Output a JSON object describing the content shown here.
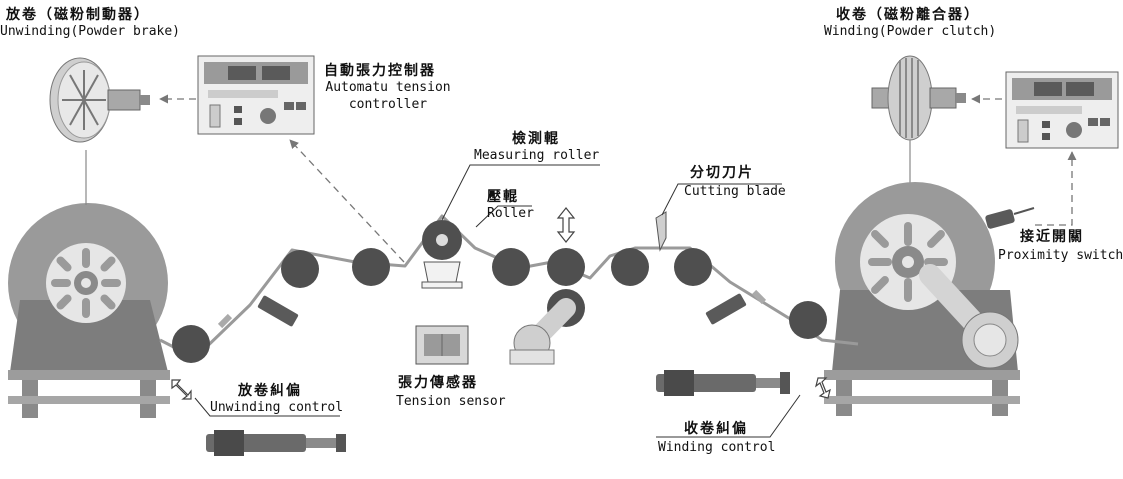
{
  "labels": {
    "unwinding_zh": "放卷（磁粉制動器）",
    "unwinding_en": "Unwinding(Powder brake)",
    "controller_zh": "自動張力控制器",
    "controller_en_1": "Automatu tension",
    "controller_en_2": "controller",
    "measuring_zh": "檢測輥",
    "measuring_en": "Measuring roller",
    "roller_zh": "壓輥",
    "roller_en": "Roller",
    "cutting_zh": "分切刀片",
    "cutting_en": "Cutting blade",
    "winding_zh": "收卷（磁粉離合器）",
    "winding_en": "Winding(Powder clutch)",
    "proximity_zh": "接近開關",
    "proximity_en": "Proximity switch",
    "tension_zh": "張力傳感器",
    "tension_en": "Tension sensor",
    "unwind_ctrl_zh": "放卷糾偏",
    "unwind_ctrl_en": "Unwinding control",
    "wind_ctrl_zh": "收卷糾偏",
    "wind_ctrl_en": "Winding control"
  },
  "colors": {
    "roller": "#4f4f4f",
    "machine": "#8e8e8e",
    "machine_light": "#b4b4b4",
    "web": "#9a9a9a",
    "line": "#333333",
    "dashed": "#777777"
  }
}
